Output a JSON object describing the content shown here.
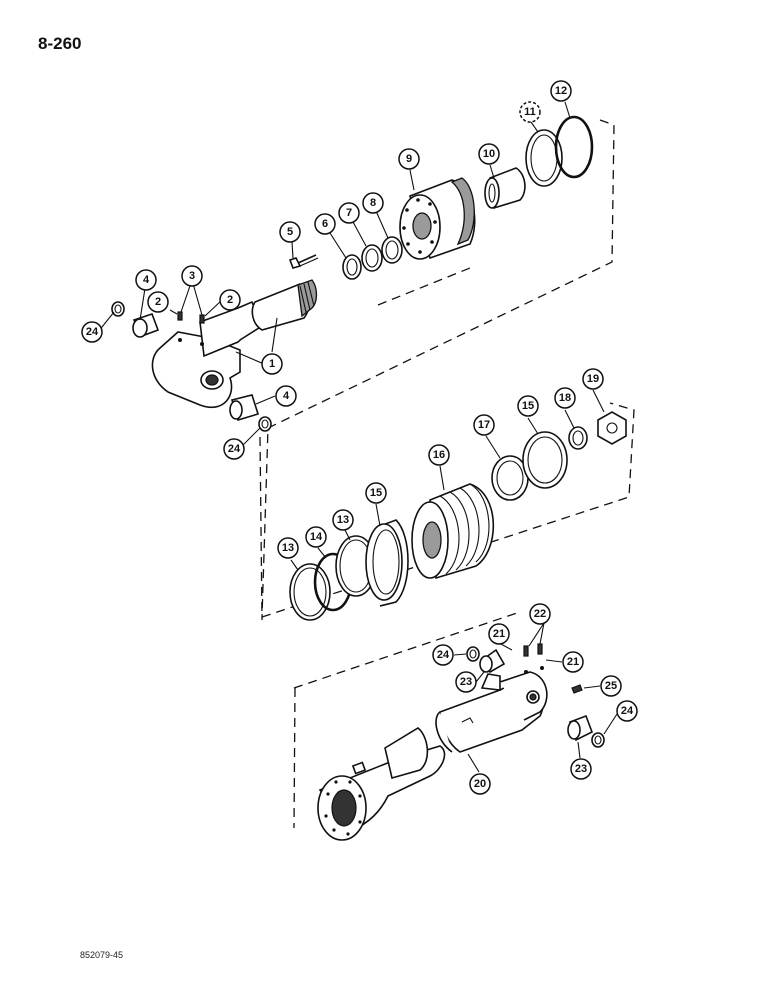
{
  "page_number": "8-260",
  "figure_code": "852079-45",
  "callouts": [
    "1",
    "2",
    "3",
    "4",
    "5",
    "6",
    "7",
    "8",
    "9",
    "10",
    "11",
    "12",
    "13",
    "14",
    "15",
    "16",
    "17",
    "18",
    "19",
    "20",
    "21",
    "22",
    "23",
    "24",
    "25"
  ],
  "callout_11_printed": "11"
}
